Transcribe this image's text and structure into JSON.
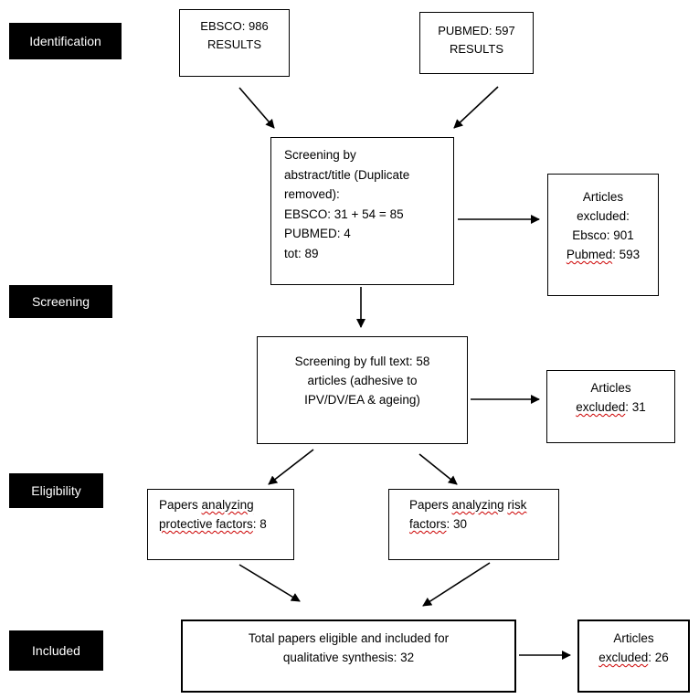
{
  "stages": {
    "identification": "Identification",
    "screening": "Screening",
    "eligibility": "Eligibility",
    "included": "Included"
  },
  "boxes": {
    "ebsco": {
      "line1": "EBSCO: 986",
      "line2": "RESULTS"
    },
    "pubmed": {
      "line1": "PUBMED: 597",
      "line2": "RESULTS"
    },
    "screening_abstract": {
      "lines": [
        "Screening by",
        "abstract/title (Duplicate",
        "removed):",
        "EBSCO: 31 + 54 = 85",
        "PUBMED: 4",
        "tot: 89"
      ]
    },
    "excluded_1": {
      "line1": "Articles",
      "line2": "excluded:",
      "line3": "Ebsco: 901",
      "line4_word": "Pubmed",
      "line4_rest": ": 593"
    },
    "screening_fulltext": {
      "lines": [
        "Screening by full text: 58",
        "articles (adhesive to",
        "IPV/DV/EA & ageing)"
      ]
    },
    "excluded_2": {
      "line1": "Articles",
      "line2_word": "excluded",
      "line2_rest": ": 31"
    },
    "protective": {
      "word1": "Papers",
      "word2": "analyzing",
      "line2_word": "protective factors",
      "line2_rest": ": 8"
    },
    "risk": {
      "word1": "Papers",
      "word2": "analyzing",
      "word3": "risk",
      "line2_word": "factors",
      "line2_rest": ": 30"
    },
    "total": {
      "line1": "Total papers eligible and included for",
      "line2": "qualitative synthesis: 32"
    },
    "excluded_3": {
      "line1": "Articles",
      "line2_word": "excluded",
      "line2_rest": ": 26"
    }
  }
}
